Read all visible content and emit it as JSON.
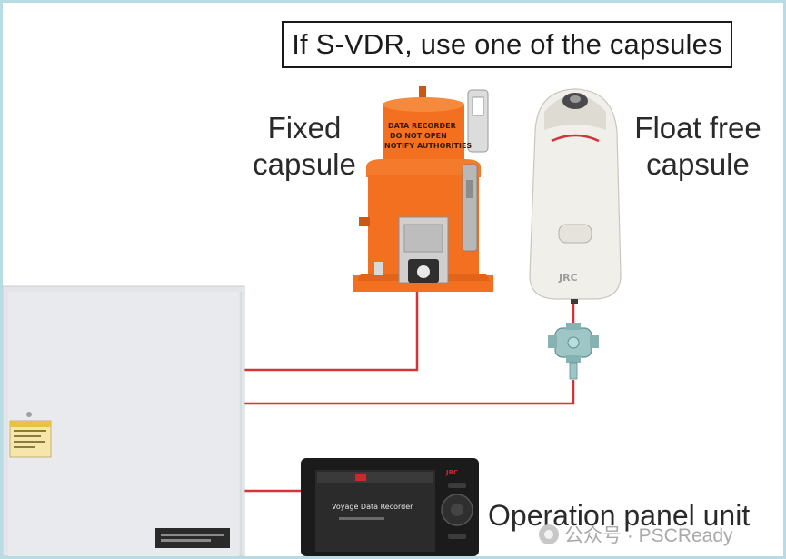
{
  "banner": {
    "text": "If S-VDR, use one of the capsules"
  },
  "labels": {
    "fixed_line1": "Fixed",
    "fixed_line2": "capsule",
    "float_line1": "Float free",
    "float_line2": "capsule",
    "panel": "Operation panel unit"
  },
  "device_text": {
    "fixed_capsule_print": [
      "DATA RECORDER",
      "DO NOT OPEN",
      "NOTIFY AUTHORITIES"
    ],
    "float_capsule_print": "JRC",
    "panel_screen_title": "Voyage Data Recorder",
    "panel_brand": "JRC"
  },
  "watermark": {
    "text": "公众号 · PSCReady"
  },
  "colors": {
    "frame": "#b9dbe4",
    "cable": "#d6323a",
    "fixed_capsule": "#f37021",
    "float_capsule": "#f1efe9",
    "main_unit": "#e3e5e8",
    "junction_box": "#9ec6c6",
    "panel": "#1b1b1b"
  },
  "icons": {
    "watermark": "wechat-icon"
  }
}
